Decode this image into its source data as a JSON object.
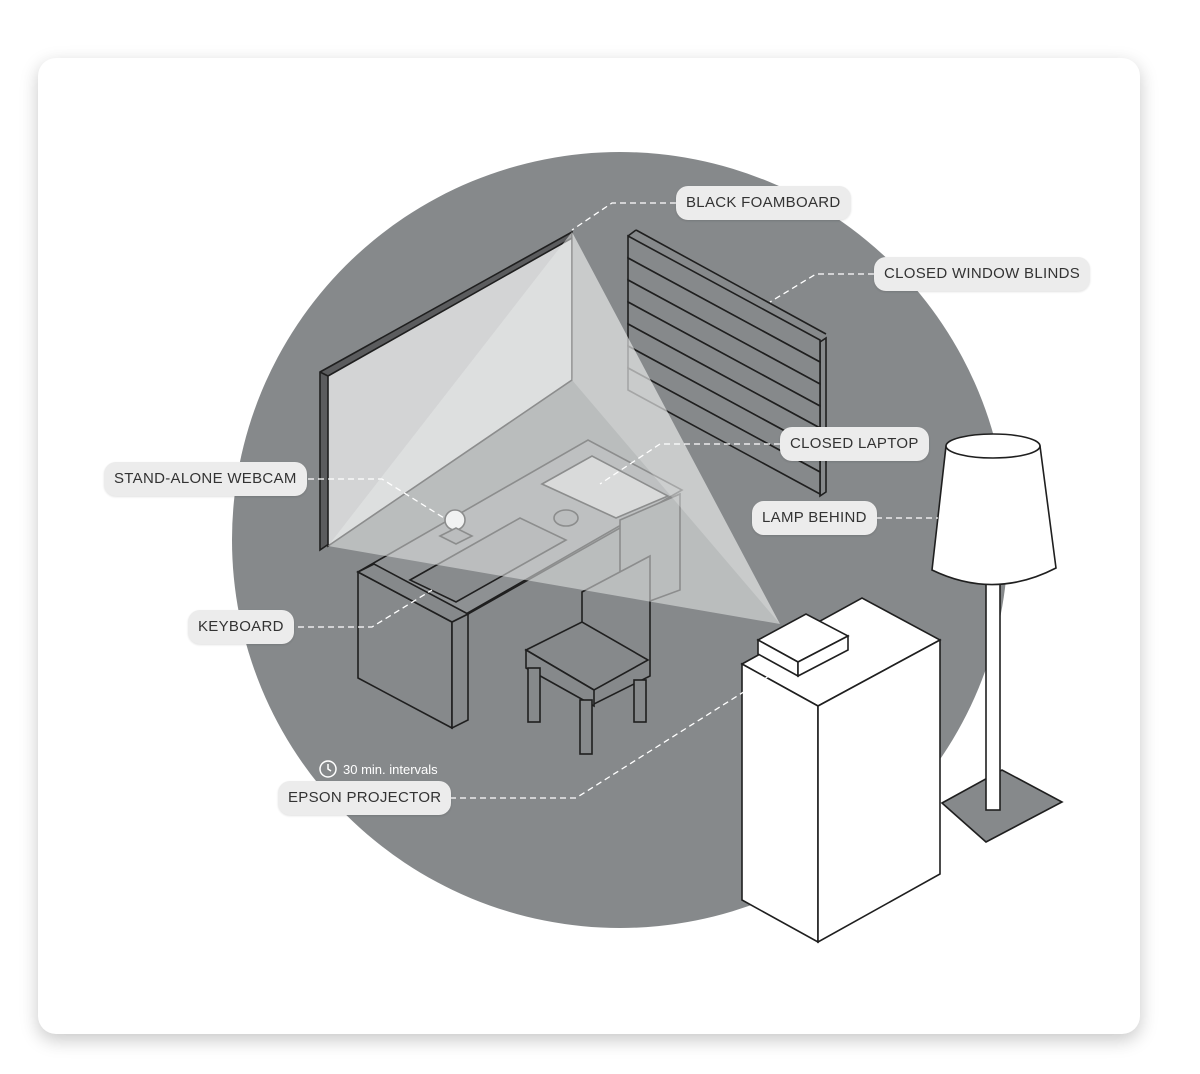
{
  "labels": {
    "black_foamboard": "BLACK FOAMBOARD",
    "closed_window_blinds": "CLOSED WINDOW BLINDS",
    "closed_laptop": "CLOSED LAPTOP",
    "stand_alone_webcam": "STAND-ALONE WEBCAM",
    "lamp_behind": "LAMP BEHIND",
    "keyboard": "KEYBOARD",
    "epson_projector": "EPSON PROJECTOR"
  },
  "note": {
    "text": "30 min. intervals",
    "icon": "clock-icon"
  },
  "colors": {
    "circle": "#86898b",
    "label_bg": "#ececec",
    "projection": "#d8d9da",
    "line": "#1f1f1f"
  }
}
